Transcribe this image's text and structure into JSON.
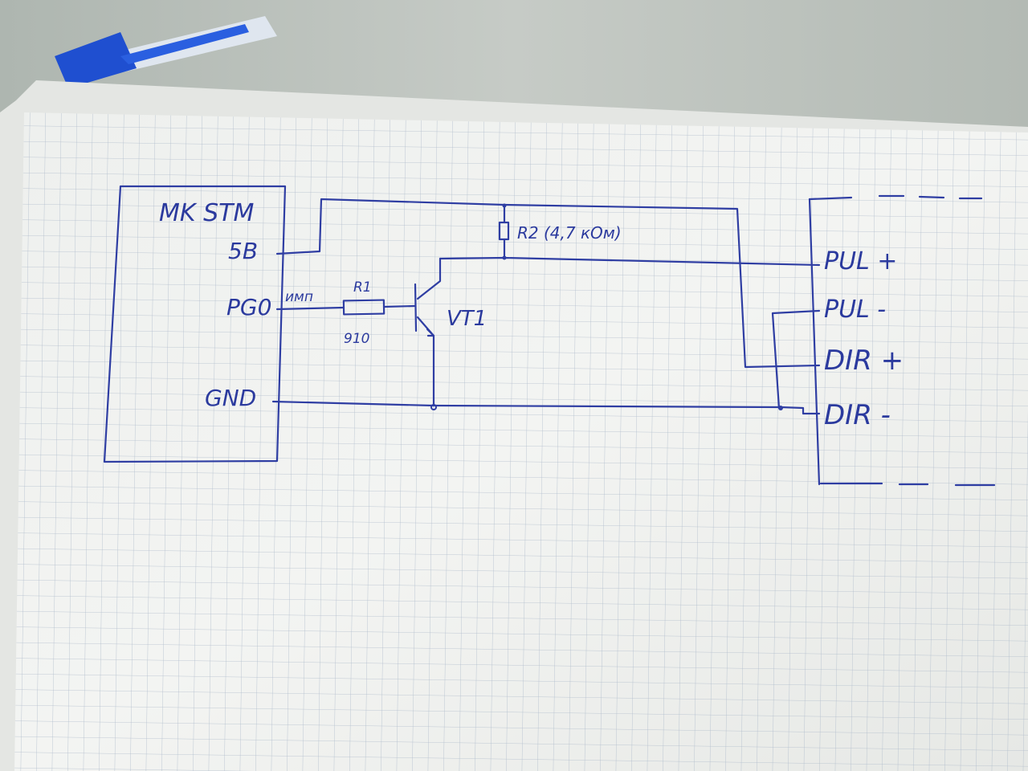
{
  "mcu_block": {
    "title": "MK STM",
    "pin_5v": "5B",
    "pin_pg0": "PG0",
    "pin_gnd": "GND"
  },
  "signal": {
    "pulse_label": "имп"
  },
  "r1": {
    "name": "R1",
    "value": "910"
  },
  "r2": {
    "label": "R2 (4,7 кОм)"
  },
  "transistor": {
    "name": "VT1"
  },
  "driver_block": {
    "pul_plus": "PUL +",
    "pul_minus": "PUL -",
    "dir_plus": "DIR +",
    "dir_minus": "DIR -"
  },
  "colors": {
    "ink": "#2f3ea3",
    "paper": "#f1f3f2",
    "grid": "#a9b6c8",
    "pen_cap": "#1f4fd0"
  },
  "icons": [
    "pen-icon"
  ]
}
